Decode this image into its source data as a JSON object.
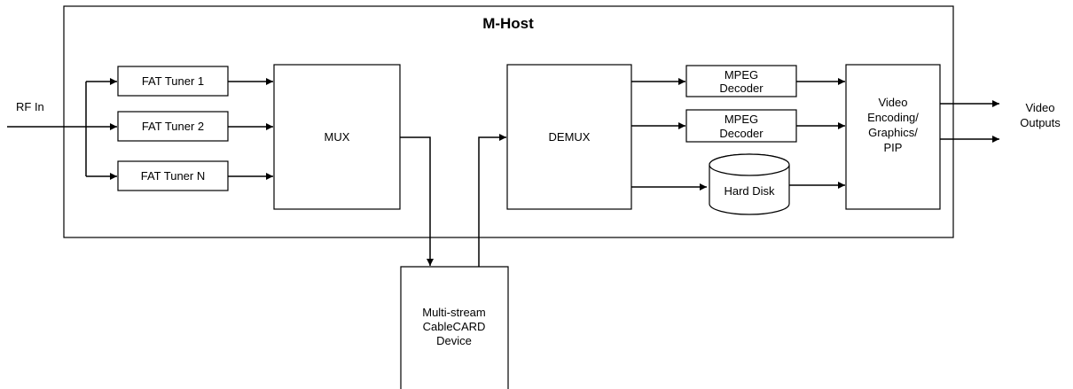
{
  "title": "M-Host",
  "input": {
    "label": "RF In"
  },
  "tuners": [
    {
      "label": "FAT Tuner  1"
    },
    {
      "label": "FAT Tuner  2"
    },
    {
      "label": "FAT Tuner  N"
    }
  ],
  "mux": {
    "label": "MUX"
  },
  "demux": {
    "label": "DEMUX"
  },
  "decoders": [
    {
      "line1": "MPEG",
      "line2": "Decoder"
    },
    {
      "line1": "MPEG",
      "line2": "Decoder"
    }
  ],
  "disk": {
    "label": "Hard Disk"
  },
  "video_block": {
    "lines": [
      "Video",
      "Encoding/",
      "Graphics/",
      "PIP"
    ]
  },
  "cablecard": {
    "lines": [
      "Multi-stream",
      "CableCARD",
      "Device"
    ]
  },
  "output": {
    "lines": [
      "Video",
      "Outputs"
    ]
  }
}
